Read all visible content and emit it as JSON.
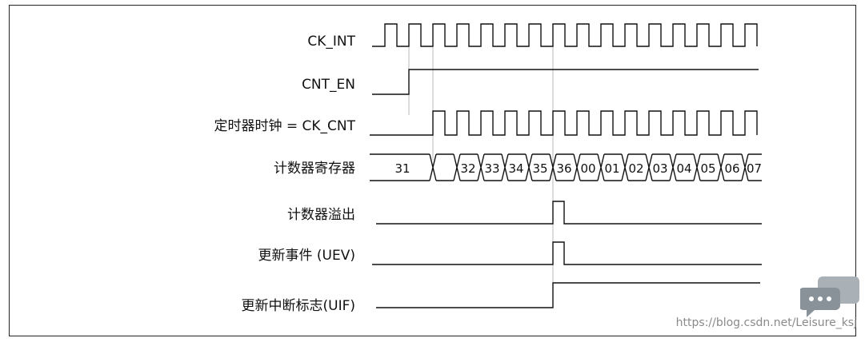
{
  "signals": [
    {
      "id": "ck-int",
      "label": "CK_INT"
    },
    {
      "id": "cnt-en",
      "label": "CNT_EN"
    },
    {
      "id": "ck-cnt",
      "label": "定时器时钟 = CK_CNT"
    },
    {
      "id": "counter-register",
      "label": "计数器寄存器"
    },
    {
      "id": "counter-overflow",
      "label": "计数器溢出"
    },
    {
      "id": "update-event",
      "label": "更新事件 (UEV)"
    },
    {
      "id": "update-interrupt-flag",
      "label": "更新中断标志(UIF)"
    }
  ],
  "counter_values": [
    "31",
    "32",
    "33",
    "34",
    "35",
    "36",
    "00",
    "01",
    "02",
    "03",
    "04",
    "05",
    "06",
    "07"
  ],
  "watermark": "https://blog.csdn.net/Leisure_ksj",
  "colors": {
    "line": "#111111",
    "guide": "#b8b8b8",
    "chat_icon": "#8a9299"
  },
  "icons": {
    "chat": "chat-bubble-icon"
  }
}
